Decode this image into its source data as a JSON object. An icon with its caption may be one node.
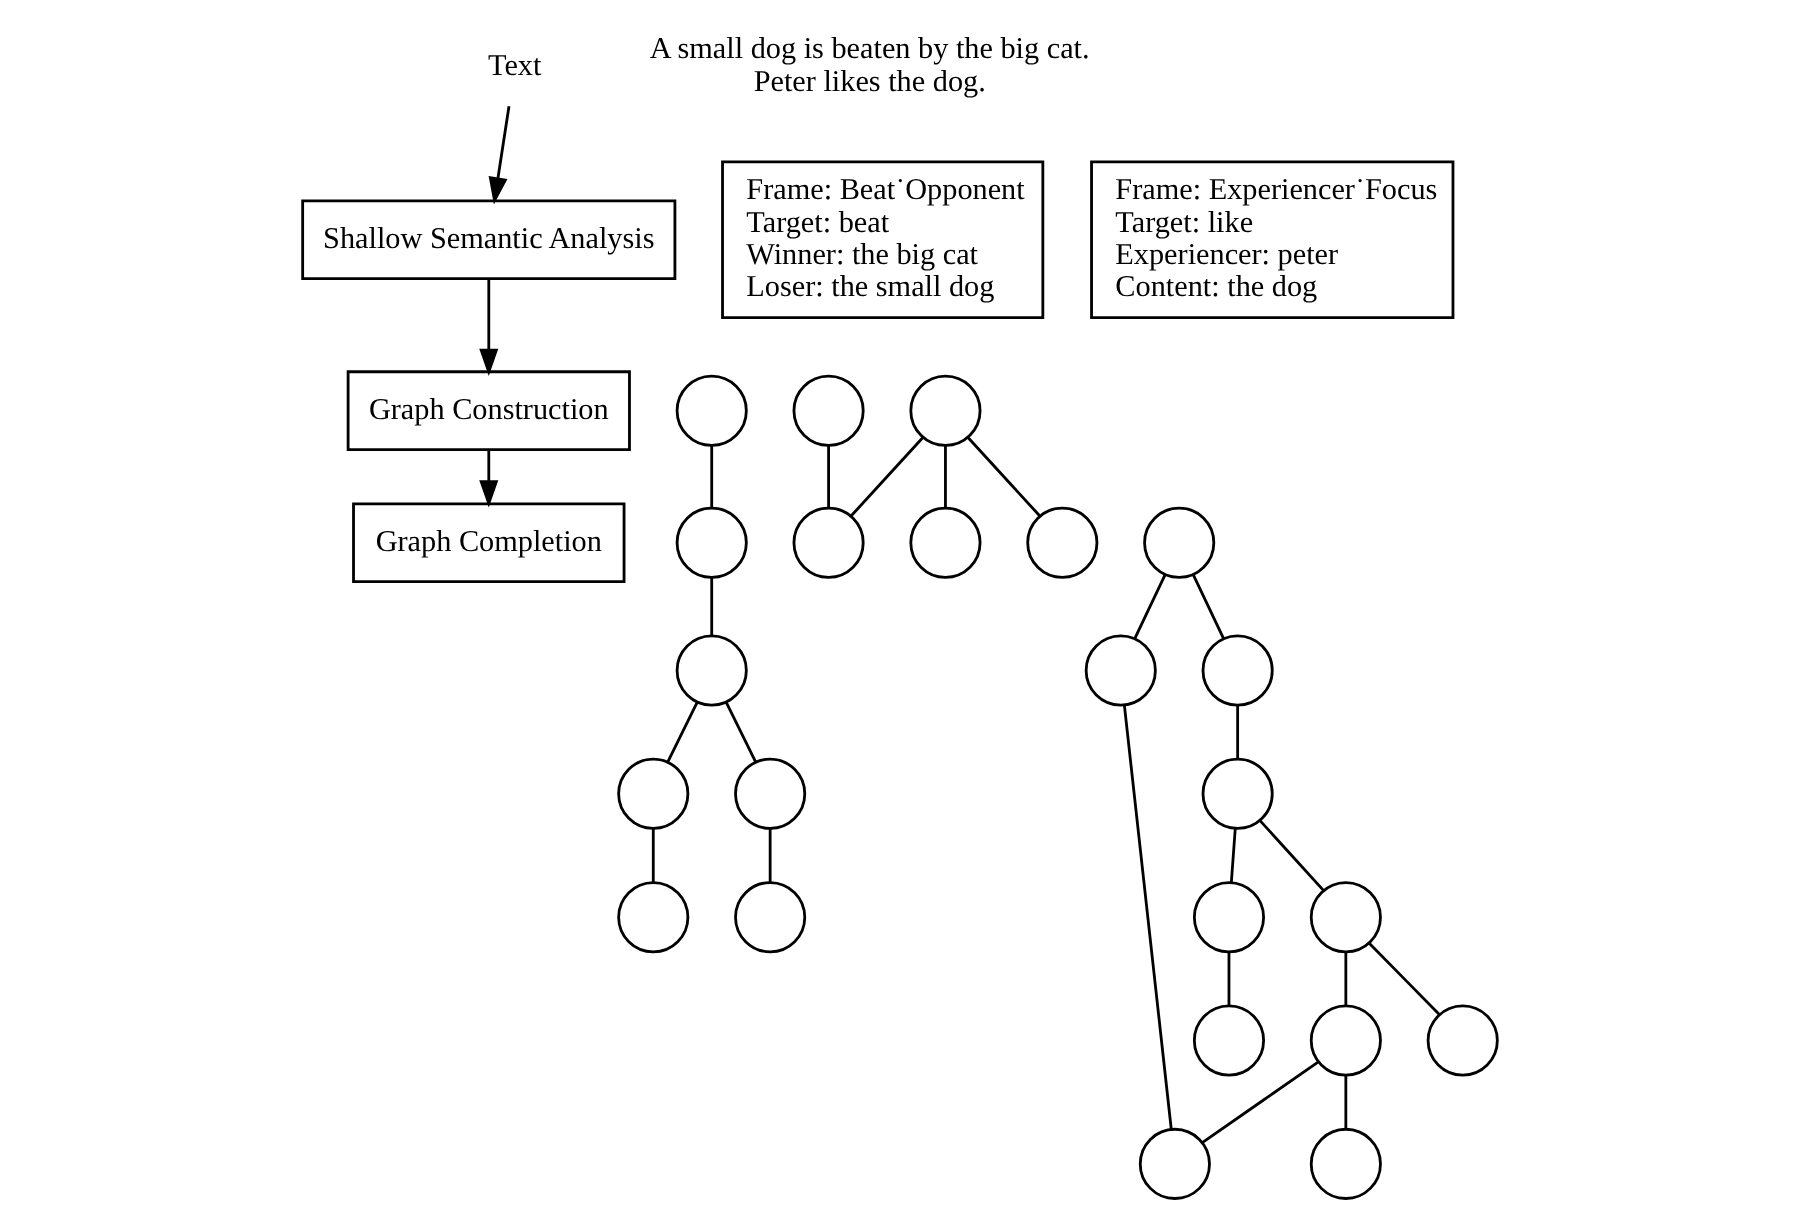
{
  "diagram": {
    "nodes": [
      {
        "text": [
          "Text"
        ]
      },
      {
        "text": [
          "Shallow Semantic Analysis"
        ]
      },
      {
        "text": [
          "Graph Construction"
        ]
      },
      {
        "text": [
          "Graph Completion"
        ]
      },
      {
        "text": [
          "Frame: Beat˙Opponent",
          "Target: beat",
          "Winner: the big cat",
          "Loser: the small dog"
        ]
      },
      {
        "text": [
          "Frame: Experiencer˙Focus",
          "Target: like",
          "Experiencer: peter",
          "Content: the dog"
        ]
      },
      {
        "text": [],
        "shape": "circle"
      },
      {
        "text": [],
        "shape": "circle"
      },
      {
        "text": [],
        "shape": "circle"
      },
      {
        "text": [],
        "shape": "circle"
      },
      {
        "text": [],
        "shape": "circle"
      },
      {
        "text": [],
        "shape": "circle"
      },
      {
        "text": [],
        "shape": "circle"
      },
      {
        "text": [],
        "shape": "circle"
      },
      {
        "text": [],
        "shape": "circle"
      },
      {
        "text": [],
        "shape": "circle"
      },
      {
        "text": [],
        "shape": "circle"
      },
      {
        "text": [],
        "shape": "circle"
      },
      {
        "text": [],
        "shape": "circle"
      },
      {
        "text": [],
        "shape": "circle"
      },
      {
        "text": [],
        "shape": "circle"
      },
      {
        "text": [],
        "shape": "circle"
      },
      {
        "text": [],
        "shape": "circle"
      },
      {
        "text": [],
        "shape": "circle"
      },
      {
        "text": [],
        "shape": "circle"
      },
      {
        "text": [],
        "shape": "circle"
      },
      {
        "text": [],
        "shape": "circle"
      },
      {
        "text": [],
        "shape": "circle"
      },
      {
        "text": [],
        "shape": "circle"
      }
    ],
    "edges": [
      {
        "from": 0,
        "to": 1,
        "arrow": "to"
      },
      {
        "from": 1,
        "to": 2,
        "arrow": "to"
      },
      {
        "from": 2,
        "to": 3,
        "arrow": "to"
      },
      {
        "from": 6,
        "to": 7,
        "arrow": "none"
      },
      {
        "from": 7,
        "to": 8,
        "arrow": "none"
      },
      {
        "from": 8,
        "to": 9,
        "arrow": "none"
      },
      {
        "from": 9,
        "to": 10,
        "arrow": "none"
      },
      {
        "from": 8,
        "to": 11,
        "arrow": "none"
      },
      {
        "from": 11,
        "to": 12,
        "arrow": "none"
      },
      {
        "from": 13,
        "to": 15,
        "arrow": "none"
      },
      {
        "from": 14,
        "to": 15,
        "arrow": "none"
      },
      {
        "from": 14,
        "to": 16,
        "arrow": "none"
      },
      {
        "from": 14,
        "to": 17,
        "arrow": "none"
      },
      {
        "from": 18,
        "to": 19,
        "arrow": "none"
      },
      {
        "from": 18,
        "to": 20,
        "arrow": "none"
      },
      {
        "from": 20,
        "to": 21,
        "arrow": "none"
      },
      {
        "from": 21,
        "to": 24,
        "arrow": "none"
      },
      {
        "from": 24,
        "to": 25,
        "arrow": "none"
      },
      {
        "from": 21,
        "to": 26,
        "arrow": "none"
      },
      {
        "from": 26,
        "to": 27,
        "arrow": "none"
      },
      {
        "from": 26,
        "to": 22,
        "arrow": "none"
      },
      {
        "from": 22,
        "to": 23,
        "arrow": "none"
      },
      {
        "from": 19,
        "to": 23,
        "arrow": "none"
      },
      {
        "from": 22,
        "to": 28,
        "arrow": "none"
      }
    ],
    "labels": [
      "A small dog is beaten by the big cat.",
      "Peter likes the dog."
    ]
  }
}
